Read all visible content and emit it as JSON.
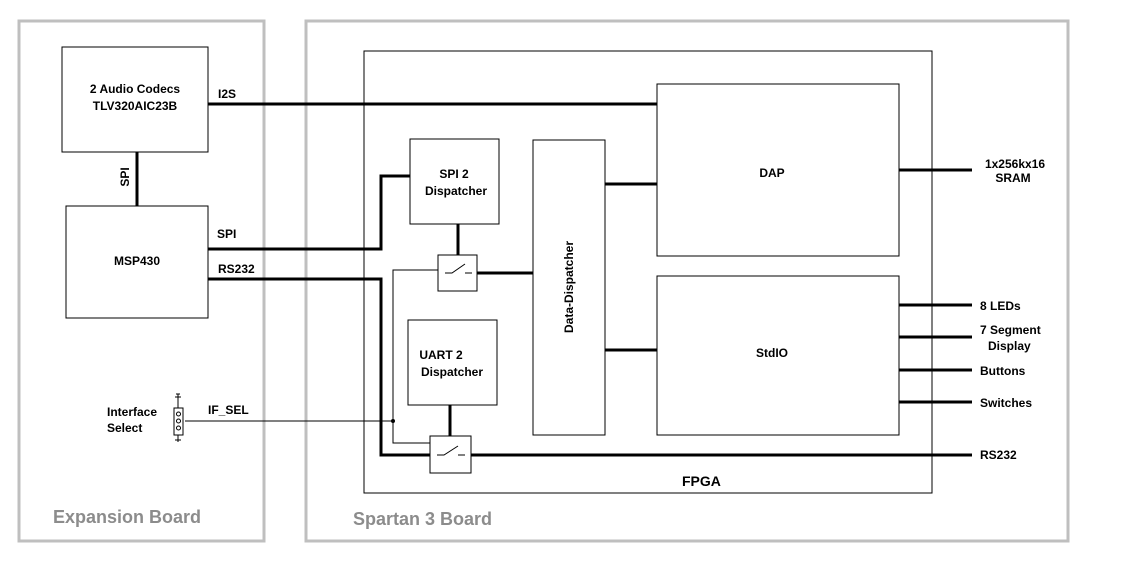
{
  "panels": {
    "expansion": "Expansion Board",
    "spartan": "Spartan 3 Board",
    "fpga": "FPGA"
  },
  "blocks": {
    "codecs_line1": "2 Audio Codecs",
    "codecs_line2": "TLV320AIC23B",
    "msp430": "MSP430",
    "spi_dispatcher_line1": "SPI 2",
    "spi_dispatcher_line2": "Dispatcher",
    "uart_dispatcher_line1": "UART 2",
    "uart_dispatcher_line2": "Dispatcher",
    "data_dispatcher": "Data-Dispatcher",
    "dap": "DAP",
    "stdio": "StdIO"
  },
  "signals": {
    "i2s": "I2S",
    "spi_vertical": "SPI",
    "spi": "SPI",
    "rs232_left": "RS232",
    "if_sel": "IF_SEL",
    "interface_select_line1": "Interface",
    "interface_select_line2": "Select"
  },
  "outputs": {
    "sram_line1": "1x256kx16",
    "sram_line2": "SRAM",
    "leds": "8 LEDs",
    "segment_line1": "7 Segment",
    "segment_line2": "Display",
    "buttons": "Buttons",
    "switches": "Switches",
    "rs232": "RS232"
  }
}
